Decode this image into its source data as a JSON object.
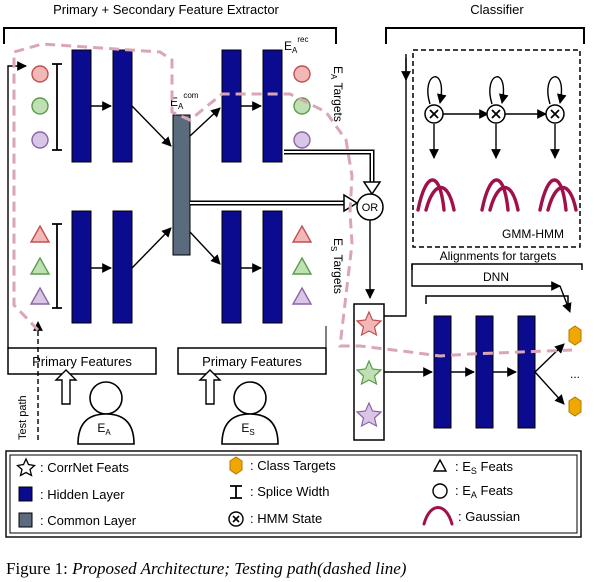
{
  "headers": {
    "extractor": "Primary + Secondary Feature Extractor",
    "classifier": "Classifier"
  },
  "labels": {
    "ea_rec_base": "E",
    "ea_rec_sub": "A",
    "ea_rec_sup": "rec",
    "ea_com_base": "E",
    "ea_com_sub": "A",
    "ea_com_sup": "com",
    "ea_targets_base": "E",
    "ea_targets_sub": "A",
    "ea_targets_tail": " Targets",
    "es_targets_base": "E",
    "es_targets_sub": "S",
    "es_targets_tail": " Targets",
    "or": "OR",
    "gmm_hmm": "GMM-HMM",
    "alignments": "Alignments for targets",
    "dnn": "DNN",
    "primary_features_1": "Primary Features",
    "primary_features_2": "Primary Features",
    "test_path": "Test path",
    "speaker_a_base": "E",
    "speaker_a_sub": "A",
    "speaker_s_base": "E",
    "speaker_s_sub": "S",
    "ellipsis": "..."
  },
  "legend": {
    "corrnet": ": CorrNet Feats",
    "hidden": ": Hidden Layer",
    "common": ": Common Layer",
    "class_targets": ": Class Targets",
    "splice": ": Splice Width",
    "hmm_state": ": HMM State",
    "es_feats_pre": ": E",
    "es_feats_sub": "S",
    "es_feats_post": " Feats",
    "ea_feats_pre": ": E",
    "ea_feats_sub": "A",
    "ea_feats_post": " Feats",
    "gaussian": ": Gaussian"
  },
  "caption": {
    "prefix": "Figure 1: ",
    "text": "Proposed Architecture; Testing path(dashed line)"
  },
  "colors": {
    "hidden_layer": "#0b0b8f",
    "common_layer": "#5a6b7d",
    "dashed_path": "#d9a6b8",
    "gaussian": "#a0104a",
    "class_target": "#f0a800",
    "red_feat": "#e06c6c",
    "green_feat": "#7dc46e",
    "purple_feat": "#b493c9"
  },
  "icons": [
    "circle-feature-icon",
    "triangle-feature-icon",
    "star-corrnet-icon",
    "hexagon-class-icon",
    "person-icon",
    "hmm-state-icon",
    "gaussian-curve-icon",
    "up-arrow-icon"
  ]
}
